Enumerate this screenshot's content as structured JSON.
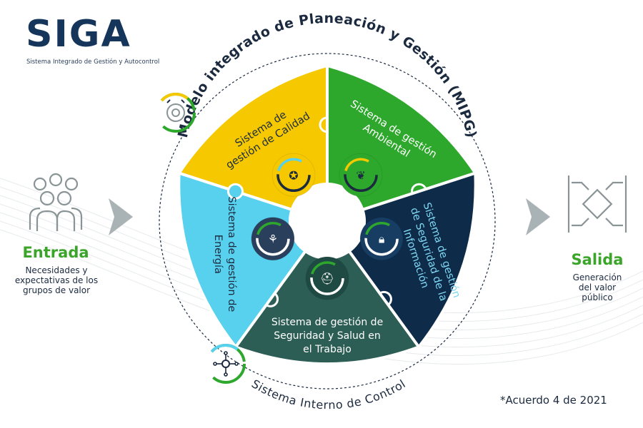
{
  "logo": {
    "name": "SIGA",
    "subtitle": "Sistema Integrado de Gestión y Autocontrol"
  },
  "outer_ring": {
    "top_label": "Modelo integrado de Planeación y Gestión (MIPG)",
    "bottom_label": "Sistema Interno de Control"
  },
  "segments": [
    {
      "id": "calidad",
      "lines": [
        "Sistema de",
        "gestión de Calidad"
      ],
      "color": "#f5c800",
      "text_color": "#1b2a3f",
      "icon": "award-icon"
    },
    {
      "id": "ambiental",
      "lines": [
        "Sistema de gestión",
        "Ambiental"
      ],
      "color": "#2da82c",
      "text_color": "#ffffff",
      "icon": "leaf-icon"
    },
    {
      "id": "seguridad-informacion",
      "lines": [
        "Sistema de gestión",
        "de Seguridad de la",
        "Información"
      ],
      "color": "#0e2b4a",
      "text_color": "#7fd7f2",
      "icon": "lock-icon"
    },
    {
      "id": "sst",
      "lines": [
        "Sistema de gestión de",
        "Seguridad y Salud en",
        "el Trabajo"
      ],
      "color": "#2c5e55",
      "text_color": "#ffffff",
      "icon": "helmet-icon"
    },
    {
      "id": "energia",
      "lines": [
        "Sistema de gestión de",
        "Energía"
      ],
      "color": "#57d1ee",
      "text_color": "#1b2a3f",
      "icon": "wind-turbine-icon"
    }
  ],
  "entrada": {
    "title": "Entrada",
    "description": [
      "Necesidades y",
      "expectativas de los",
      "grupos de valor"
    ],
    "icon": "people-group-icon"
  },
  "salida": {
    "title": "Salida",
    "description": [
      "Generación",
      "del valor",
      "público"
    ],
    "icon": "joined-hands-icon"
  },
  "footnote": "*Acuerdo 4 de 2021",
  "colors": {
    "navy": "#16355a",
    "green": "#3aa529",
    "yellow": "#f5c800",
    "cyan": "#57d1ee",
    "arrow_gray": "#a9b2b5"
  }
}
